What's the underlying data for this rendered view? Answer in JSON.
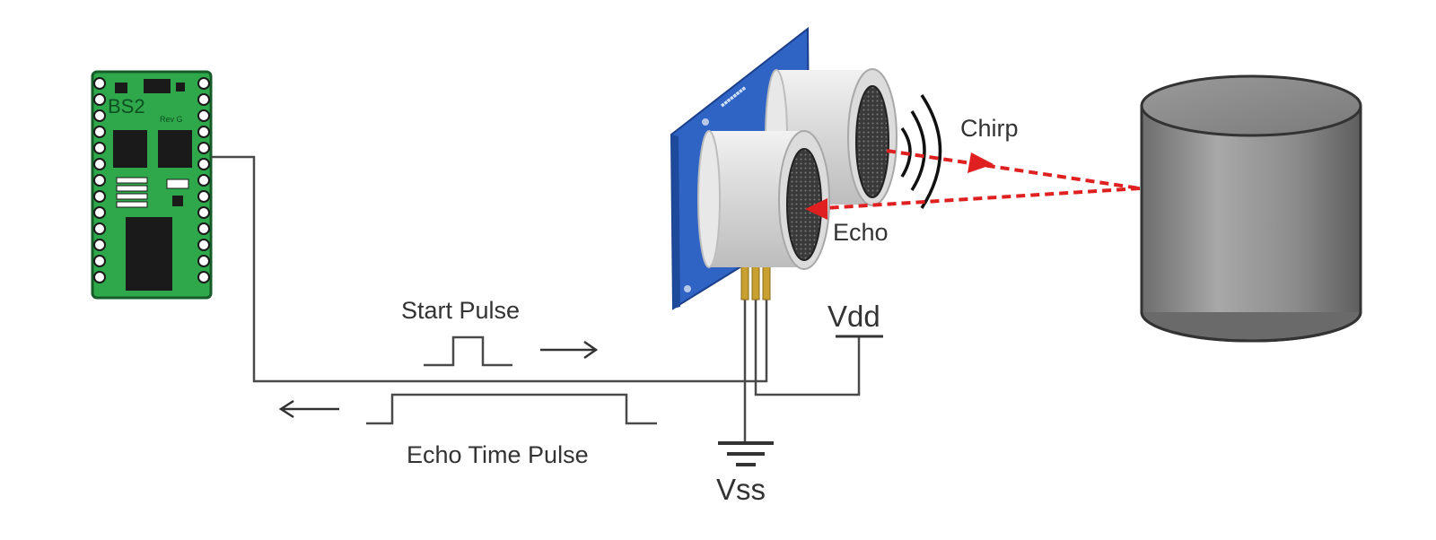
{
  "microcontroller": {
    "label": "BS2",
    "sub_label": "Rev G"
  },
  "labels": {
    "chirp": "Chirp",
    "echo": "Echo",
    "start_pulse": "Start Pulse",
    "echo_time_pulse": "Echo Time Pulse",
    "vdd": "Vdd",
    "vss": "Vss"
  },
  "colors": {
    "board_green": "#2ea84a",
    "sensor_board_blue": "#2f63c4",
    "transducer_silver": "#dcdcdc",
    "signal_red": "#e02020",
    "wire_gray": "#4a4a4a",
    "target_gray": "#8a8a8a"
  },
  "icons": {
    "microcontroller": "bs2-module-icon",
    "sensor": "ultrasonic-sensor-icon",
    "target": "cylinder-object-icon",
    "ground": "ground-symbol-icon"
  }
}
